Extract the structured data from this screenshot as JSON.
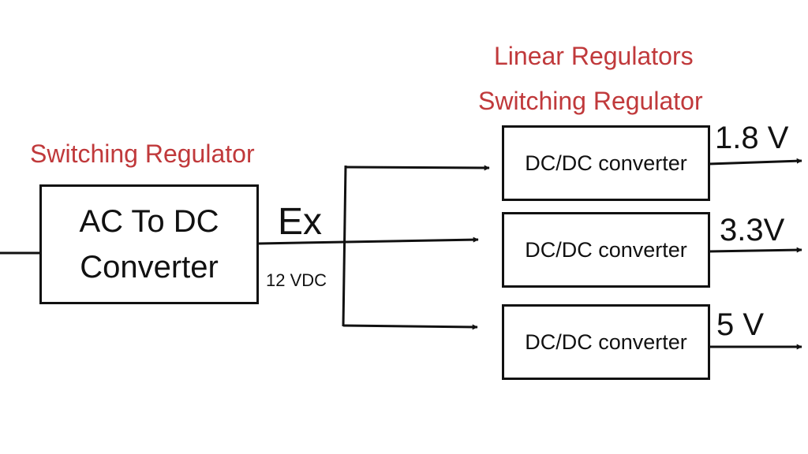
{
  "labels": {
    "top_regulator_line1": "Linear Regulators",
    "top_regulator_line2": "Switching Regulator",
    "left_regulator": "Switching Regulator"
  },
  "main_block": {
    "line1": "AC To DC",
    "line2": "Converter"
  },
  "bus": {
    "tag": "Ex",
    "voltage": "12 VDC"
  },
  "converters": [
    {
      "label": "DC/DC converter",
      "output": "1.8 V"
    },
    {
      "label": "DC/DC converter",
      "output": "3.3V"
    },
    {
      "label": "DC/DC converter",
      "output": "5 V"
    }
  ],
  "colors": {
    "label_red": "#c0393b",
    "line": "#111111"
  }
}
